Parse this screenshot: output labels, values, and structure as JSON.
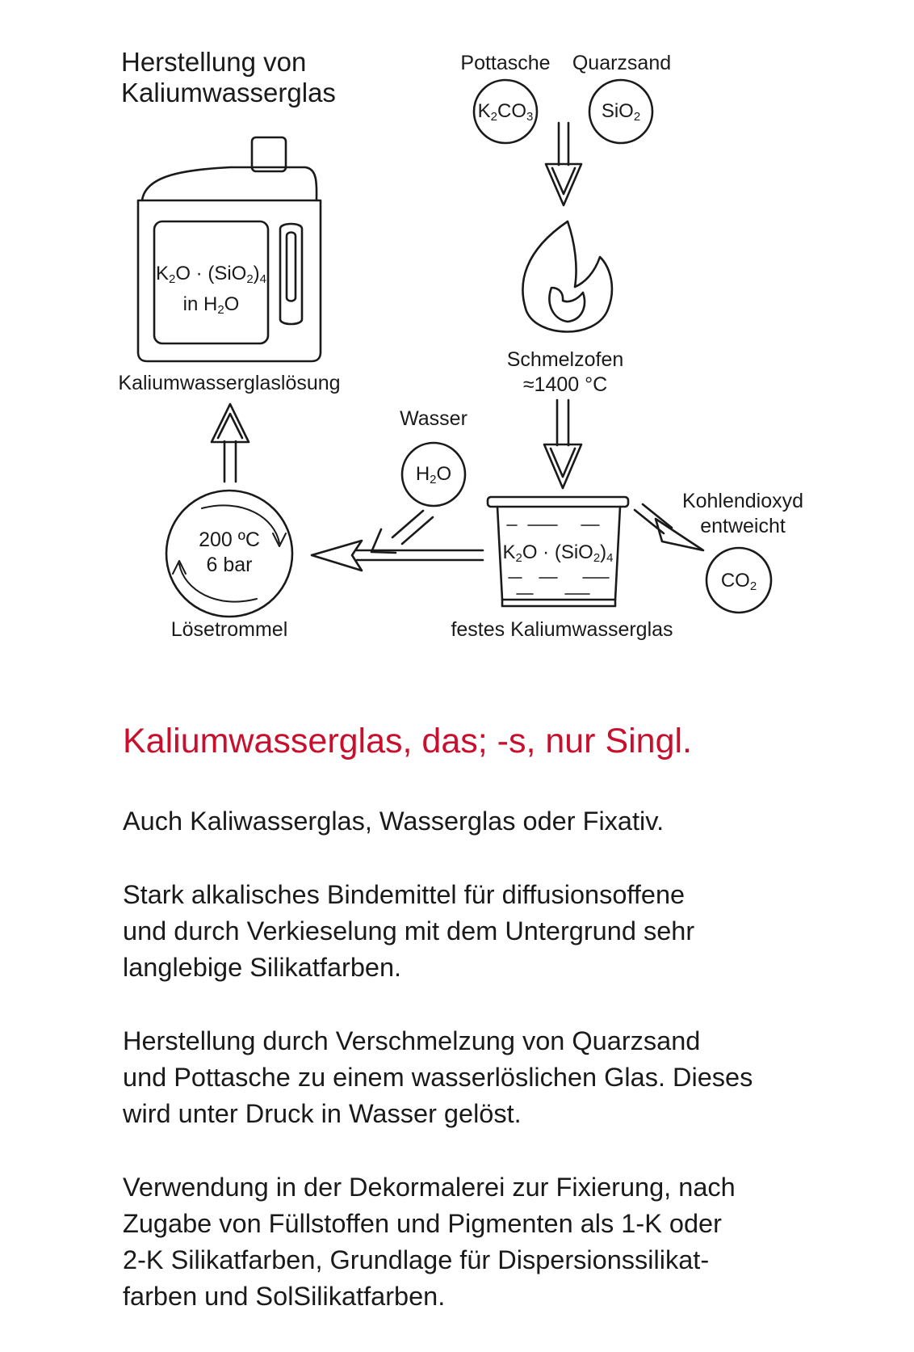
{
  "diagram": {
    "title_line1": "Herstellung von",
    "title_line2": "Kaliumwasserglas",
    "pottasche": {
      "label": "Pottasche",
      "formula_main": "K",
      "sub1": "2",
      "mid": "CO",
      "sub2": "3"
    },
    "quarzsand": {
      "label": "Quarzsand",
      "formula_main": "SiO",
      "sub1": "2"
    },
    "ofen": {
      "label": "Schmelzofen",
      "temperature": "≈1400 °C"
    },
    "bottle": {
      "f_a": "K",
      "f_a_sub": "2",
      "f_b": "O · (SiO",
      "f_b_sub": "2",
      "f_c": ")",
      "f_c_sub": "4",
      "line2_a": "in H",
      "line2_sub": "2",
      "line2_b": "O",
      "label": "Kaliumwasserglaslösung"
    },
    "wasser": {
      "label": "Wasser",
      "f_a": "H",
      "f_sub": "2",
      "f_b": "O"
    },
    "drum": {
      "temp": "200 ºC",
      "pressure": "6 bar",
      "label": "Lösetrommel"
    },
    "crucible": {
      "f_a": "K",
      "f_a_sub": "2",
      "f_b": "O · (SiO",
      "f_b_sub": "2",
      "f_c": ")",
      "f_c_sub": "4",
      "label": "festes Kaliumwasserglas"
    },
    "co2": {
      "label_line1": "Kohlendioxyd",
      "label_line2": "entweicht",
      "f_a": "CO",
      "f_sub": "2"
    }
  },
  "entry": {
    "term": "Kaliumwasserglas, das; -s, nur Singl.",
    "paragraphs": [
      [
        "Auch Kaliwasserglas, Wasserglas oder Fixativ."
      ],
      [
        "Stark alkalisches Bindemittel für diffusionsoffene",
        "und durch Verkieselung mit dem Untergrund sehr",
        "langlebige Silikatfarben."
      ],
      [
        "Herstellung durch Verschmelzung von Quarzsand",
        "und Pottasche zu einem wasserlöslichen Glas. Dieses",
        "wird unter Druck in Wasser gelöst."
      ],
      [
        "Verwendung in der Dekormalerei zur Fixierung, nach",
        "Zugabe von Füllstoffen und Pigmenten als 1-K oder",
        "2-K Silikatfarben, Grundlage für Dispersionssilikat-",
        "farben und SolSilikatfarben."
      ]
    ]
  },
  "colors": {
    "accent": "#c8102e",
    "ink": "#1a1a1a"
  }
}
